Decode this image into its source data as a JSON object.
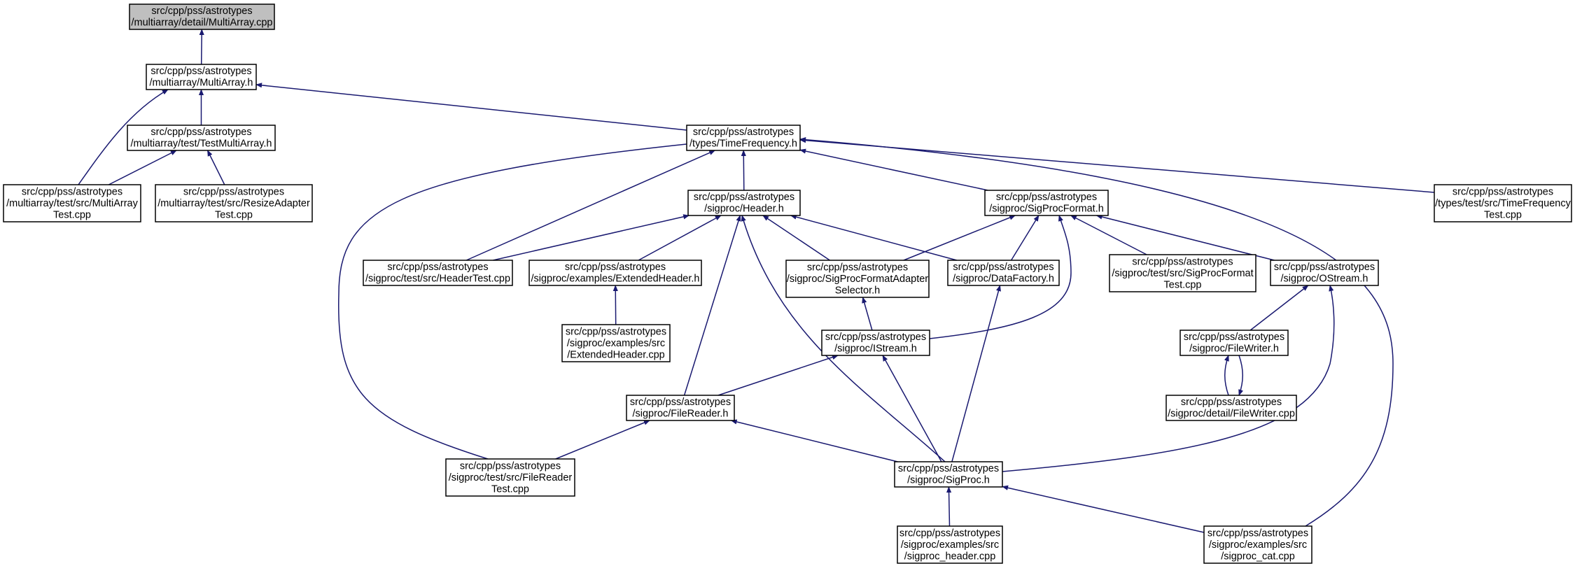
{
  "colors": {
    "edge": "#191970",
    "node_fill": "#ffffff",
    "root_fill": "#bfbfbf",
    "node_stroke": "#000000"
  },
  "nodes": [
    {
      "id": "multiarray_cpp",
      "lines": [
        "src/cpp/pss/astrotypes",
        "/multiarray/detail/MultiArray.cpp"
      ],
      "highlight": true
    },
    {
      "id": "multiarray_h",
      "lines": [
        "src/cpp/pss/astrotypes",
        "/multiarray/MultiArray.h"
      ]
    },
    {
      "id": "testmultiarray_h",
      "lines": [
        "src/cpp/pss/astrotypes",
        "/multiarray/test/TestMultiArray.h"
      ]
    },
    {
      "id": "multiarraytest_cpp",
      "lines": [
        "src/cpp/pss/astrotypes",
        "/multiarray/test/src/MultiArray",
        "Test.cpp"
      ]
    },
    {
      "id": "resizeadaptertest_cpp",
      "lines": [
        "src/cpp/pss/astrotypes",
        "/multiarray/test/src/ResizeAdapter",
        "Test.cpp"
      ]
    },
    {
      "id": "timefrequency_h",
      "lines": [
        "src/cpp/pss/astrotypes",
        "/types/TimeFrequency.h"
      ]
    },
    {
      "id": "timefrequencytest_cpp",
      "lines": [
        "src/cpp/pss/astrotypes",
        "/types/test/src/TimeFrequency",
        "Test.cpp"
      ]
    },
    {
      "id": "header_h",
      "lines": [
        "src/cpp/pss/astrotypes",
        "/sigproc/Header.h"
      ]
    },
    {
      "id": "sigprocformat_h",
      "lines": [
        "src/cpp/pss/astrotypes",
        "/sigproc/SigProcFormat.h"
      ]
    },
    {
      "id": "headertest_cpp",
      "lines": [
        "src/cpp/pss/astrotypes",
        "/sigproc/test/src/HeaderTest.cpp"
      ]
    },
    {
      "id": "extendedheader_h",
      "lines": [
        "src/cpp/pss/astrotypes",
        "/sigproc/examples/ExtendedHeader.h"
      ]
    },
    {
      "id": "sigprocformatadapterselector_h",
      "lines": [
        "src/cpp/pss/astrotypes",
        "/sigproc/SigProcFormatAdapter",
        "Selector.h"
      ]
    },
    {
      "id": "datafactory_h",
      "lines": [
        "src/cpp/pss/astrotypes",
        "/sigproc/DataFactory.h"
      ]
    },
    {
      "id": "sigprocformattest_cpp",
      "lines": [
        "src/cpp/pss/astrotypes",
        "/sigproc/test/src/SigProcFormat",
        "Test.cpp"
      ]
    },
    {
      "id": "ostream_h",
      "lines": [
        "src/cpp/pss/astrotypes",
        "/sigproc/OStream.h"
      ]
    },
    {
      "id": "extendedheader_cpp",
      "lines": [
        "src/cpp/pss/astrotypes",
        "/sigproc/examples/src",
        "/ExtendedHeader.cpp"
      ]
    },
    {
      "id": "istream_h",
      "lines": [
        "src/cpp/pss/astrotypes",
        "/sigproc/IStream.h"
      ]
    },
    {
      "id": "filewriter_h",
      "lines": [
        "src/cpp/pss/astrotypes",
        "/sigproc/FileWriter.h"
      ]
    },
    {
      "id": "filewriter_cpp",
      "lines": [
        "src/cpp/pss/astrotypes",
        "/sigproc/detail/FileWriter.cpp"
      ]
    },
    {
      "id": "filereader_h",
      "lines": [
        "src/cpp/pss/astrotypes",
        "/sigproc/FileReader.h"
      ]
    },
    {
      "id": "filereadertest_cpp",
      "lines": [
        "src/cpp/pss/astrotypes",
        "/sigproc/test/src/FileReader",
        "Test.cpp"
      ]
    },
    {
      "id": "sigproc_h",
      "lines": [
        "src/cpp/pss/astrotypes",
        "/sigproc/SigProc.h"
      ]
    },
    {
      "id": "sigproc_header_cpp",
      "lines": [
        "src/cpp/pss/astrotypes",
        "/sigproc/examples/src",
        "/sigproc_header.cpp"
      ]
    },
    {
      "id": "sigproc_cat_cpp",
      "lines": [
        "src/cpp/pss/astrotypes",
        "/sigproc/examples/src",
        "/sigproc_cat.cpp"
      ]
    }
  ],
  "edges": [
    {
      "from": "multiarray_h",
      "to": "multiarray_cpp"
    },
    {
      "from": "multiarraytest_cpp",
      "to": "multiarray_h"
    },
    {
      "from": "testmultiarray_h",
      "to": "multiarray_h"
    },
    {
      "from": "timefrequency_h",
      "to": "multiarray_h"
    },
    {
      "from": "multiarraytest_cpp",
      "to": "testmultiarray_h"
    },
    {
      "from": "resizeadaptertest_cpp",
      "to": "testmultiarray_h"
    },
    {
      "from": "header_h",
      "to": "timefrequency_h"
    },
    {
      "from": "sigprocformat_h",
      "to": "timefrequency_h"
    },
    {
      "from": "headertest_cpp",
      "to": "timefrequency_h"
    },
    {
      "from": "filereadertest_cpp",
      "to": "timefrequency_h"
    },
    {
      "from": "timefrequencytest_cpp",
      "to": "timefrequency_h"
    },
    {
      "from": "sigproc_cat_cpp",
      "to": "timefrequency_h"
    },
    {
      "from": "headertest_cpp",
      "to": "header_h"
    },
    {
      "from": "extendedheader_h",
      "to": "header_h"
    },
    {
      "from": "sigprocformatadapterselector_h",
      "to": "header_h"
    },
    {
      "from": "datafactory_h",
      "to": "header_h"
    },
    {
      "from": "filereader_h",
      "to": "header_h"
    },
    {
      "from": "sigproc_h",
      "to": "header_h"
    },
    {
      "from": "sigprocformatadapterselector_h",
      "to": "sigprocformat_h"
    },
    {
      "from": "datafactory_h",
      "to": "sigprocformat_h"
    },
    {
      "from": "istream_h",
      "to": "sigprocformat_h"
    },
    {
      "from": "sigprocformattest_cpp",
      "to": "sigprocformat_h"
    },
    {
      "from": "ostream_h",
      "to": "sigprocformat_h"
    },
    {
      "from": "extendedheader_cpp",
      "to": "extendedheader_h"
    },
    {
      "from": "istream_h",
      "to": "sigprocformatadapterselector_h"
    },
    {
      "from": "sigproc_h",
      "to": "datafactory_h"
    },
    {
      "from": "filewriter_h",
      "to": "ostream_h"
    },
    {
      "from": "sigproc_h",
      "to": "ostream_h"
    },
    {
      "from": "filewriter_cpp",
      "to": "filewriter_h"
    },
    {
      "from": "filewriter_h",
      "to": "filewriter_cpp"
    },
    {
      "from": "filereader_h",
      "to": "istream_h"
    },
    {
      "from": "sigproc_h",
      "to": "istream_h"
    },
    {
      "from": "filereadertest_cpp",
      "to": "filereader_h"
    },
    {
      "from": "sigproc_h",
      "to": "filereader_h"
    },
    {
      "from": "sigproc_header_cpp",
      "to": "sigproc_h"
    },
    {
      "from": "sigproc_cat_cpp",
      "to": "sigproc_h"
    }
  ]
}
